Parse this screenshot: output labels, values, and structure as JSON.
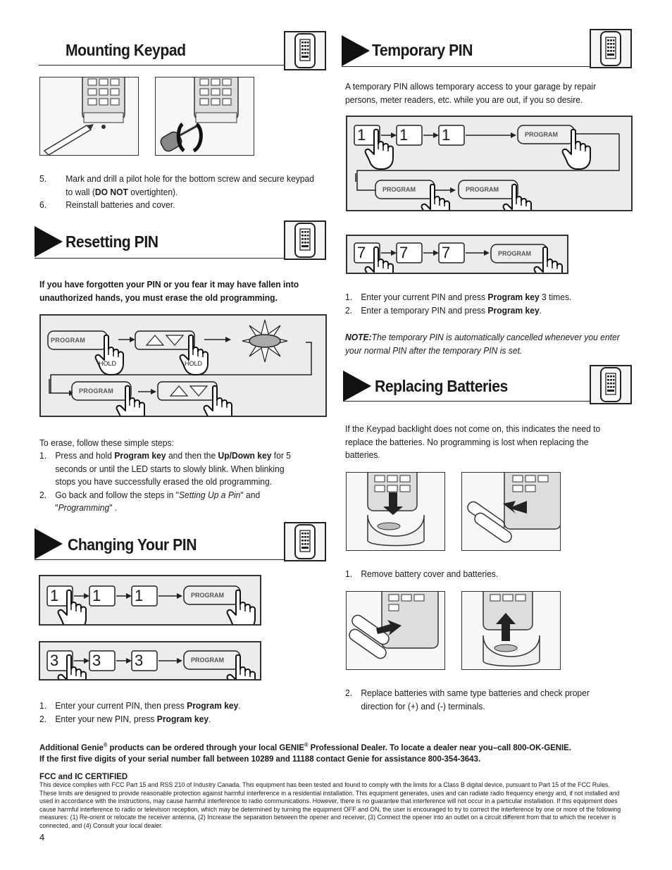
{
  "sections": {
    "mounting": {
      "title": "Mounting Keypad",
      "steps": [
        {
          "num": "5.",
          "pre": "Mark and drill a pilot hole for the bottom screw and secure keypad to wall (",
          "bold": "DO NOT",
          "post": " overtighten)."
        },
        {
          "num": "6.",
          "text": "Reinstall batteries and cover."
        }
      ]
    },
    "resetting": {
      "title": "Resetting PIN",
      "warning": "If you have forgotten your PIN or you fear it may have fallen into unauthorized hands, you must erase the old programming.",
      "hold_label": "HOLD",
      "intro": "To erase, follow these simple steps:",
      "steps": [
        {
          "num": "1.",
          "a": "Press and hold ",
          "b": "Program key",
          "c": " and then the ",
          "d": "Up/Down key",
          "e": " for 5 seconds or until the LED starts to slowly blink. When blinking stops you have successfully erased the old programming."
        },
        {
          "num": "2.",
          "a": "Go back and follow the steps in \"",
          "b": "Setting Up a Pin",
          "c": "\" and \"",
          "d": "Programming",
          "e": "\" ."
        }
      ]
    },
    "changing": {
      "title": "Changing Your PIN",
      "row1_digit": "1",
      "row2_digit": "3",
      "steps": [
        {
          "num": "1.",
          "a": "Enter your current PIN, then press ",
          "b": "Program key",
          "c": "."
        },
        {
          "num": "2.",
          "a": "Enter your new PIN, press ",
          "b": "Program key",
          "c": "."
        }
      ]
    },
    "temporary": {
      "title": "Temporary PIN",
      "intro": "A temporary PIN allows temporary access to your garage by repair persons, meter readers, etc. while you are out, if you so desire.",
      "row1_digit": "1",
      "row2_digit": "7",
      "steps": [
        {
          "num": "1.",
          "a": "Enter your current PIN and press ",
          "b": "Program key",
          "c": " 3 times."
        },
        {
          "num": "2.",
          "a": "Enter a temporary PIN and press ",
          "b": "Program key",
          "c": "."
        }
      ],
      "note_label": "NOTE:",
      "note": "The temporary PIN is automatically cancelled whenever you enter your normal PIN after the temporary PIN is set."
    },
    "batteries": {
      "title": "Replacing Batteries",
      "intro": "If the Keypad backlight does not come on, this indicates the need to replace the batteries. No programming is lost when replacing the batteries.",
      "step1": {
        "num": "1.",
        "text": "Remove battery cover and batteries."
      },
      "step2": {
        "num": "2.",
        "text": "Replace batteries with same type batteries and check proper direction for (+) and (-) terminals."
      }
    }
  },
  "program_key_label": "PROGRAM",
  "footer": {
    "line1_a": "Additional Genie",
    "reg": "®",
    "line1_b": " products can be ordered through your local GENIE",
    "line1_c": " Professional Dealer. To locate a dealer near you–call 800-OK-GENIE.",
    "line2": "If the first five digits of your serial number fall between 10289 and 11188 contact Genie for assistance 800-354-3643.",
    "fcc_title": "FCC and IC CERTIFIED",
    "fcc_text": "This device complies with FCC Part 15 and RSS 210 of Industry Canada. This equipment has been tested and found to comply with the limits for a Class B digital device, pursuant to Part 15 of the FCC Rules. These limits are designed to provide reasonable protection against harmful interference in a residential installation. This equipment generates, uses and can radiate radio frequency energy and, if not installed and used in accordance with the instructions, may cause harmful interference to radio communications. However, there is no guarantee that interference will not occur in a particular installation. If this equipment does cause harmful interference to radio or television reception, which may be determined by turning the  equipment OFF and ON, the user is encouraged to try to correct the interference by one or more of the following measures: (1) Re-orient or relocate the receiver antenna, (2) Increase the separation between the opener and receiver, (3) Connect the opener into an outlet on a circuit different from that to which the receiver is connected, and (4) Consult your local dealer.",
    "page_number": "4"
  }
}
